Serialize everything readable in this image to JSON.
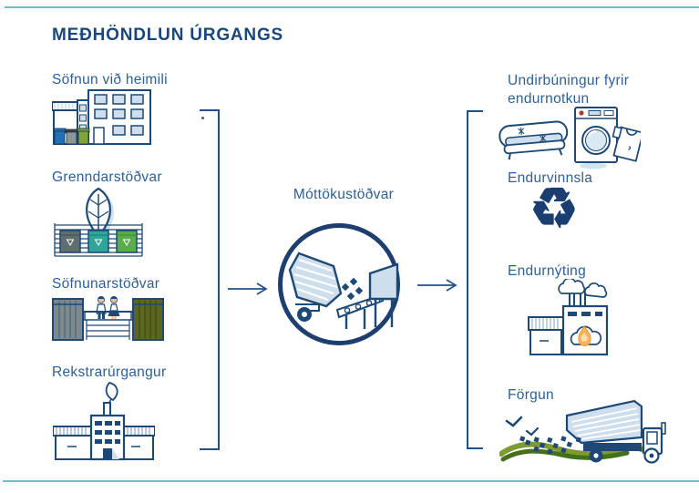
{
  "page": {
    "title": "MEÐHÖNDLUN ÚRGANGS",
    "stray_mark": "."
  },
  "flow": {
    "sources": [
      {
        "label": "Söfnun við heimili",
        "icon": "home-collection-icon"
      },
      {
        "label": "Grenndarstöðvar",
        "icon": "neighborhood-station-icon"
      },
      {
        "label": "Söfnunarstöðvar",
        "icon": "collection-station-icon"
      },
      {
        "label": "Rekstrarúrgangur",
        "icon": "operational-waste-icon"
      }
    ],
    "hub": {
      "label": "Móttökustöðvar",
      "icon": "reception-station-icon"
    },
    "destinations": [
      {
        "label": "Undirbúningur fyrir endurnotkun",
        "icon": "reuse-preparation-icon"
      },
      {
        "label": "Endurvinnsla",
        "icon": "recycling-icon",
        "glyph": "♻"
      },
      {
        "label": "Endurnýting",
        "icon": "energy-recovery-icon"
      },
      {
        "label": "Förgun",
        "icon": "disposal-icon"
      }
    ]
  },
  "colors": {
    "navy": "#1e4976",
    "title_blue": "#1a4680",
    "label_blue": "#2e6096",
    "light_blue_fill": "#cfdeed",
    "divider_cyan": "#74b9d6",
    "bin_blue": "#1f72b8",
    "bin_gray": "#5f6e6e",
    "bin_teal": "#2ea79a",
    "bin_green": "#58ad4a",
    "container_gray": "#7b8a90",
    "container_olive": "#5b671f",
    "wave_olive": "#7d9b2f",
    "wave_green": "#44701d",
    "flame_orange": "#f5b35a",
    "indicator_red": "#b03a2e"
  }
}
